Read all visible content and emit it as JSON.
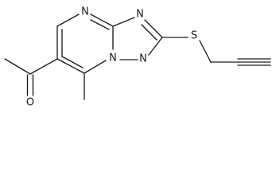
{
  "molecule": {
    "atoms": {
      "n_pyrimidine_top": "N",
      "n_triazole_top": "N",
      "n_bridgehead": "N",
      "n_triazole_bottom": "N",
      "s_thioether": "S",
      "o_carbonyl": "O"
    },
    "colors": {
      "ink": "#1c1c1c",
      "background": "#ffffff"
    }
  }
}
